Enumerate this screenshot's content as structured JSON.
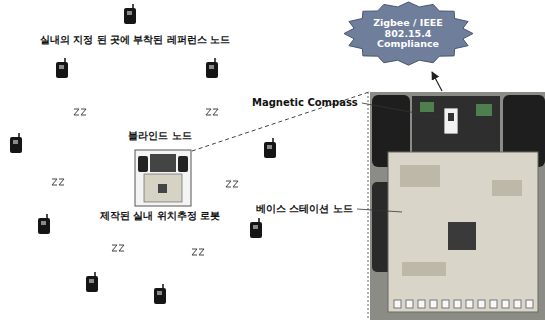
{
  "diagram": {
    "nodes": [
      {
        "text": [
          "Zigbee / IEEE 802.15.4 Compliance"
        ]
      }
    ],
    "labels": [
      "실내의 지정 된 곳에 부착된 레퍼런스 노드",
      "블라인드 노드",
      "제작된 실내 위치추정 로봇",
      "Magnetic Compass",
      "베이스 스테이션 노드"
    ]
  }
}
